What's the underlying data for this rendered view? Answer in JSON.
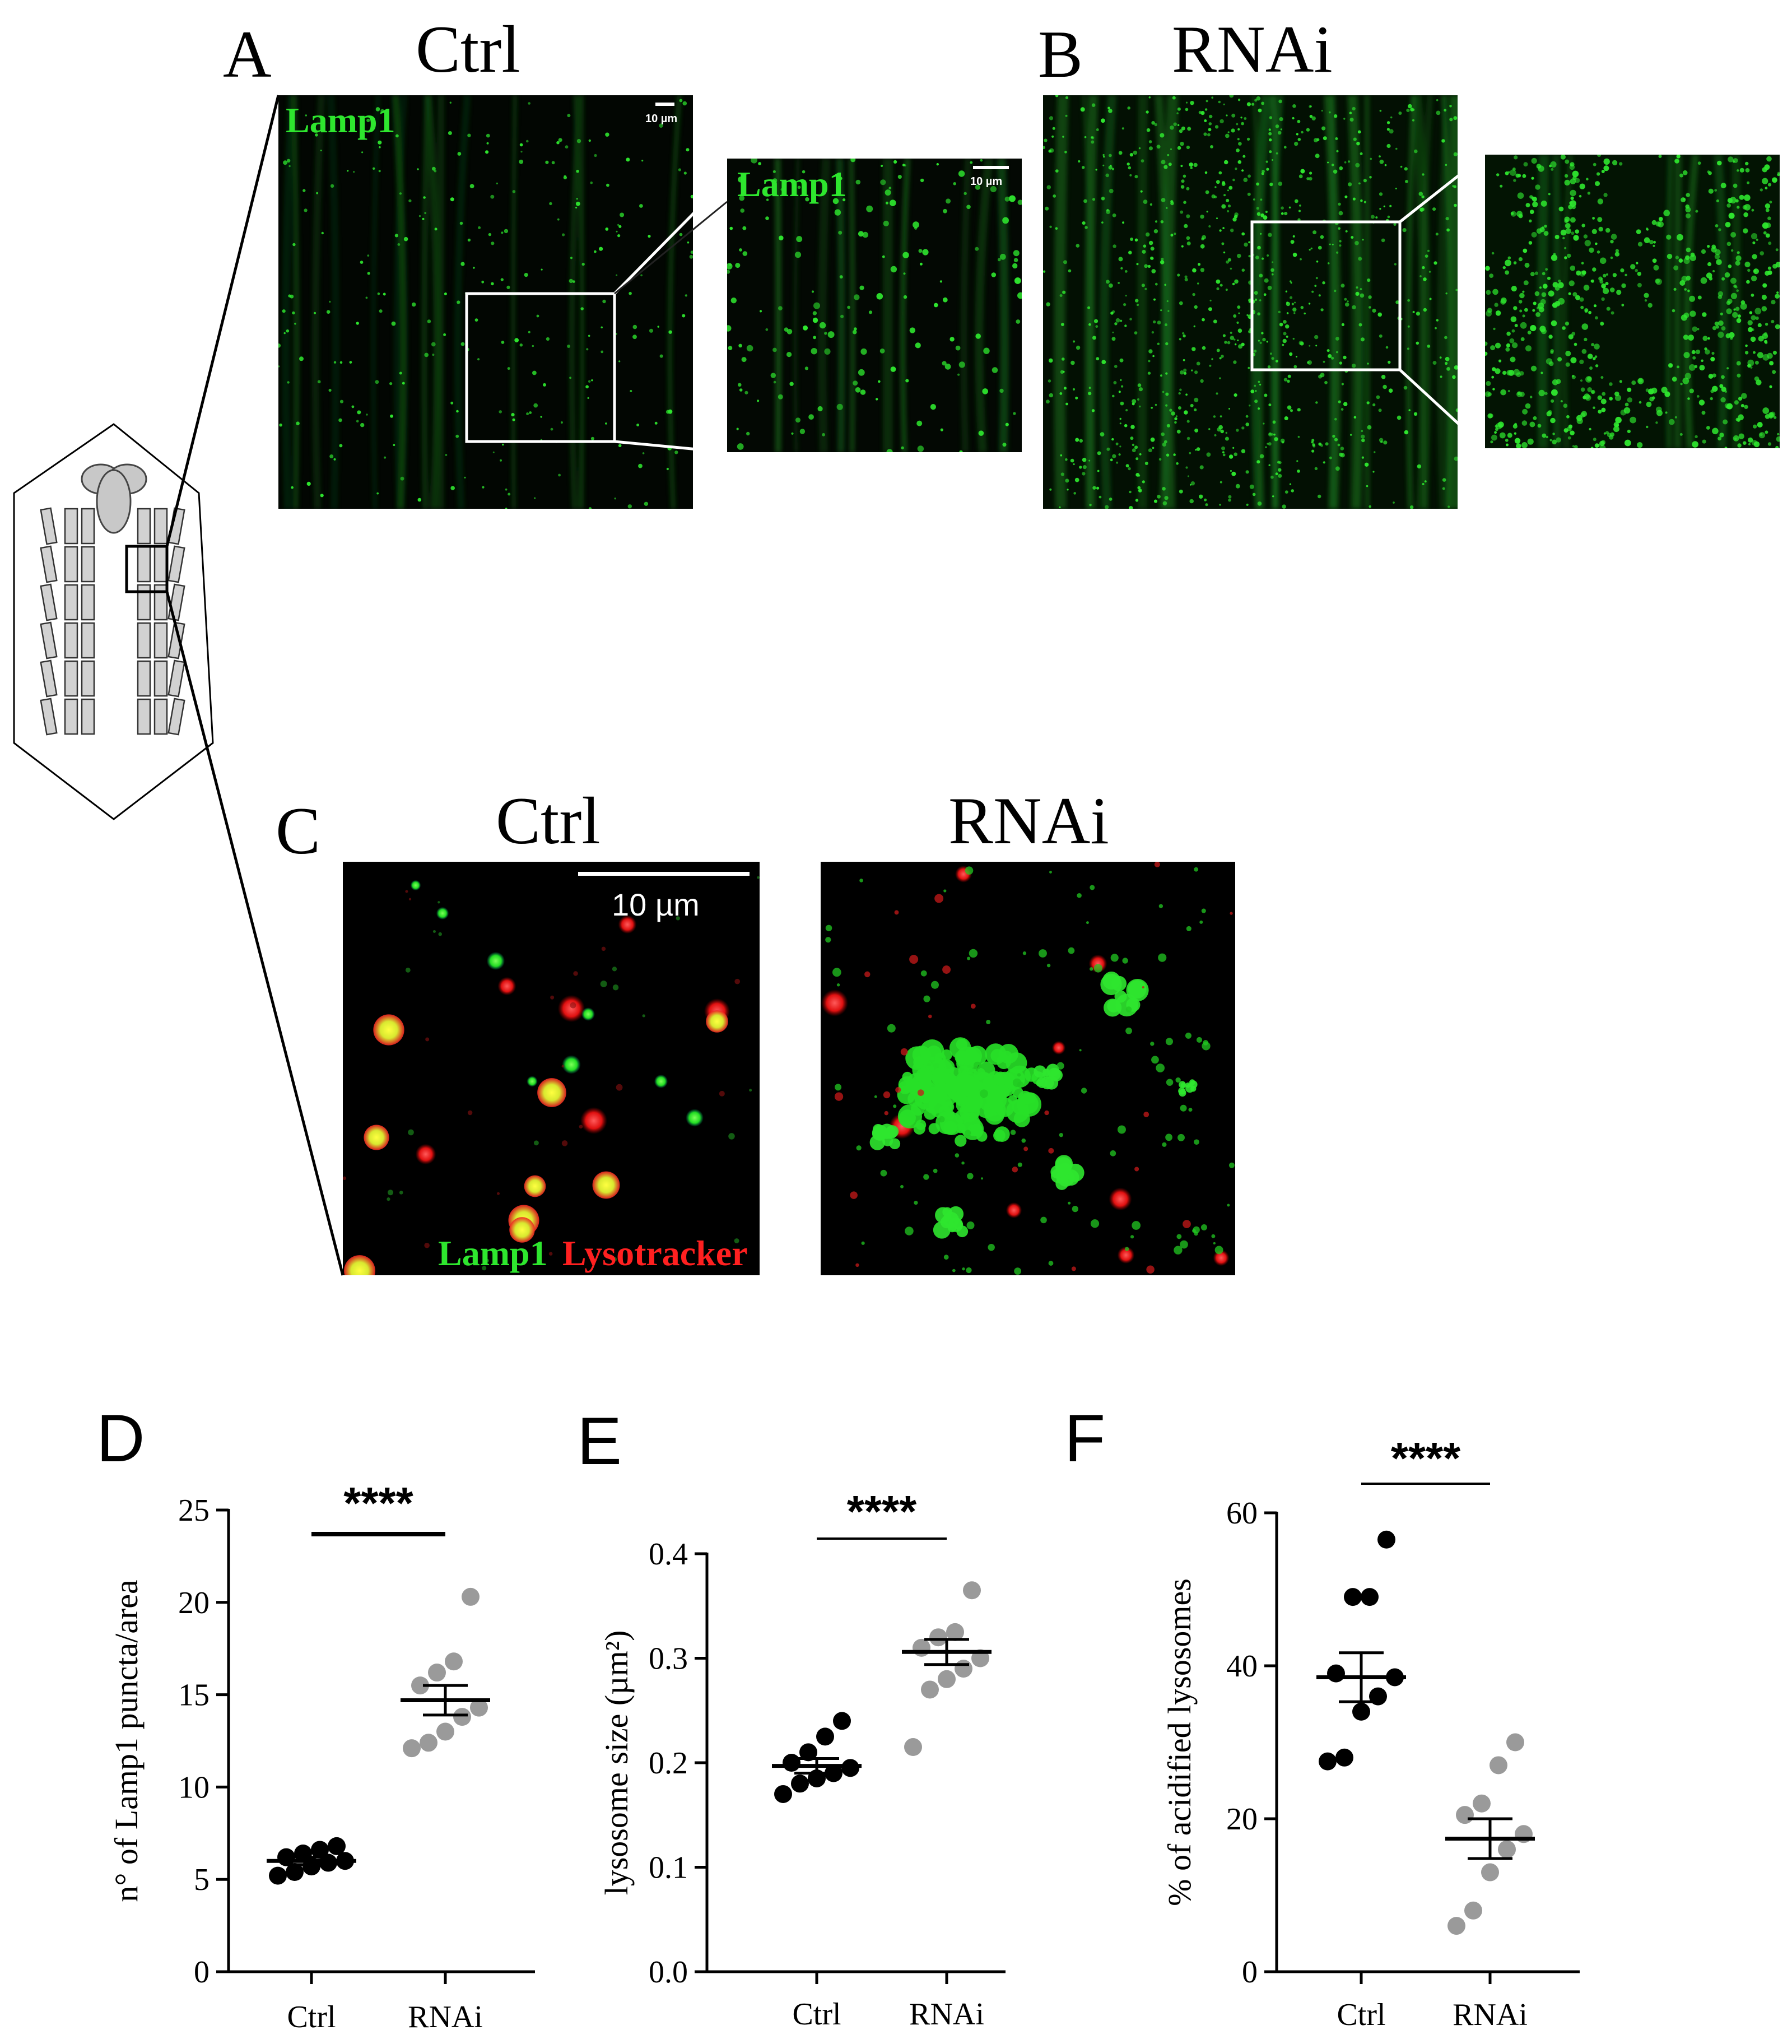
{
  "panels": {
    "A": {
      "letter": "A",
      "condition": "Ctrl",
      "stain_label": "Lamp1",
      "zoom_stain_label": "Lamp1",
      "scale_label": "10 µm",
      "zoom_scale_label": "10 µm"
    },
    "B": {
      "letter": "B",
      "condition": "RNAi"
    },
    "C": {
      "letter": "C",
      "ctrl_title": "Ctrl",
      "rnai_title": "RNAi",
      "scale_label": "10 µm",
      "stain1": "Lamp1",
      "stain2": "Lysotracker"
    },
    "D": {
      "letter": "D"
    },
    "E": {
      "letter": "E"
    },
    "F": {
      "letter": "F"
    }
  },
  "colors": {
    "lamp1_green": "#2ee62e",
    "lysotracker_red": "#ff2020",
    "ctrl_points": "#000000",
    "rnai_points": "#9a9a9a"
  },
  "chart_data": [
    {
      "type": "scatter",
      "panel": "D",
      "title": "",
      "xlabel": "",
      "ylabel": "n° of Lamp1 puncta/area",
      "categories": [
        "Ctrl",
        "RNAi"
      ],
      "ylim": [
        0,
        25
      ],
      "yticks": [
        "0",
        "5",
        "10",
        "15",
        "20",
        "25"
      ],
      "significance": "****",
      "series": [
        {
          "category": "Ctrl",
          "values": [
            5.2,
            5.4,
            5.7,
            5.9,
            6.0,
            6.2,
            6.4,
            6.6,
            6.8
          ],
          "mean": 6.0,
          "sem": 0.2
        },
        {
          "category": "RNAi",
          "values": [
            12.1,
            12.4,
            13.0,
            13.8,
            14.3,
            15.5,
            16.2,
            16.8,
            20.3
          ],
          "mean": 14.7,
          "sem": 0.8
        }
      ]
    },
    {
      "type": "scatter",
      "panel": "E",
      "title": "",
      "xlabel": "",
      "ylabel": "lysosome size (µm²)",
      "categories": [
        "Ctrl",
        "RNAi"
      ],
      "ylim": [
        0.0,
        0.4
      ],
      "yticks": [
        "0.0",
        "0.1",
        "0.2",
        "0.3",
        "0.4"
      ],
      "significance": "****",
      "series": [
        {
          "category": "Ctrl",
          "values": [
            0.17,
            0.18,
            0.185,
            0.19,
            0.195,
            0.2,
            0.21,
            0.225,
            0.24
          ],
          "mean": 0.197,
          "sem": 0.007
        },
        {
          "category": "RNAi",
          "values": [
            0.215,
            0.27,
            0.28,
            0.29,
            0.3,
            0.31,
            0.32,
            0.325,
            0.365
          ],
          "mean": 0.306,
          "sem": 0.012
        }
      ]
    },
    {
      "type": "scatter",
      "panel": "F",
      "title": "",
      "xlabel": "",
      "ylabel": "% of acidified lysosomes",
      "categories": [
        "Ctrl",
        "RNAi"
      ],
      "ylim": [
        0,
        60
      ],
      "yticks": [
        "0",
        "20",
        "40",
        "60"
      ],
      "significance": "****",
      "series": [
        {
          "category": "Ctrl",
          "values": [
            27.5,
            28,
            34,
            36,
            38.5,
            39,
            49,
            49,
            56.5
          ],
          "mean": 38.5,
          "sem": 3.2
        },
        {
          "category": "RNAi",
          "values": [
            6,
            8,
            13,
            16,
            18,
            20.5,
            22,
            27,
            30
          ],
          "mean": 17.4,
          "sem": 2.6
        }
      ]
    }
  ]
}
